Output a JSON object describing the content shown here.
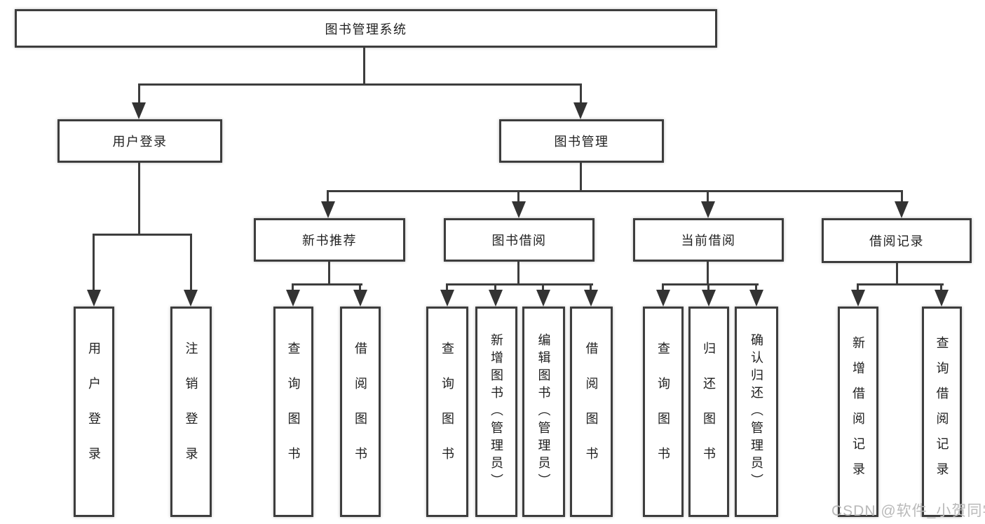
{
  "diagram": {
    "type": "tree",
    "title": "图书管理系统",
    "line_color": "#3d3d3d",
    "box_border_color": "#3d3d3d",
    "text_color": "#1f1f1f",
    "background": "#ffffff",
    "nodes": {
      "root": {
        "label": "图书管理系统"
      },
      "user_login": {
        "label": "用户登录"
      },
      "book_mgmt": {
        "label": "图书管理"
      },
      "new_book_rec": {
        "label": "新书推荐"
      },
      "book_borrow": {
        "label": "图书借阅"
      },
      "current_borrow": {
        "label": "当前借阅"
      },
      "borrow_records": {
        "label": "借阅记录"
      },
      "leaf_user_login": {
        "label": "用户登录"
      },
      "leaf_logout": {
        "label": "注销登录"
      },
      "leaf_query_book_1": {
        "label": "查询图书"
      },
      "leaf_borrow_book_1": {
        "label": "借阅图书"
      },
      "leaf_query_book_2": {
        "label": "查询图书"
      },
      "leaf_add_book": {
        "label": "新增图书（管理员）"
      },
      "leaf_edit_book": {
        "label": "编辑图书（管理员）"
      },
      "leaf_borrow_book_2": {
        "label": "借阅图书"
      },
      "leaf_query_book_3": {
        "label": "查询图书"
      },
      "leaf_return_book": {
        "label": "归还图书"
      },
      "leaf_confirm_return": {
        "label": "确认归还（管理员）"
      },
      "leaf_add_record": {
        "label": "新增借阅记录"
      },
      "leaf_query_record": {
        "label": "查询借阅记录"
      }
    },
    "edges": [
      [
        "root",
        "user_login"
      ],
      [
        "root",
        "book_mgmt"
      ],
      [
        "user_login",
        "leaf_user_login"
      ],
      [
        "user_login",
        "leaf_logout"
      ],
      [
        "book_mgmt",
        "new_book_rec"
      ],
      [
        "book_mgmt",
        "book_borrow"
      ],
      [
        "book_mgmt",
        "current_borrow"
      ],
      [
        "book_mgmt",
        "borrow_records"
      ],
      [
        "new_book_rec",
        "leaf_query_book_1"
      ],
      [
        "new_book_rec",
        "leaf_borrow_book_1"
      ],
      [
        "book_borrow",
        "leaf_query_book_2"
      ],
      [
        "book_borrow",
        "leaf_add_book"
      ],
      [
        "book_borrow",
        "leaf_edit_book"
      ],
      [
        "book_borrow",
        "leaf_borrow_book_2"
      ],
      [
        "current_borrow",
        "leaf_query_book_3"
      ],
      [
        "current_borrow",
        "leaf_return_book"
      ],
      [
        "current_borrow",
        "leaf_confirm_return"
      ],
      [
        "borrow_records",
        "leaf_add_record"
      ],
      [
        "borrow_records",
        "leaf_query_record"
      ]
    ]
  },
  "watermark": {
    "text": "CSDN @软件_小贺同学",
    "color": "#b9b9b9"
  }
}
